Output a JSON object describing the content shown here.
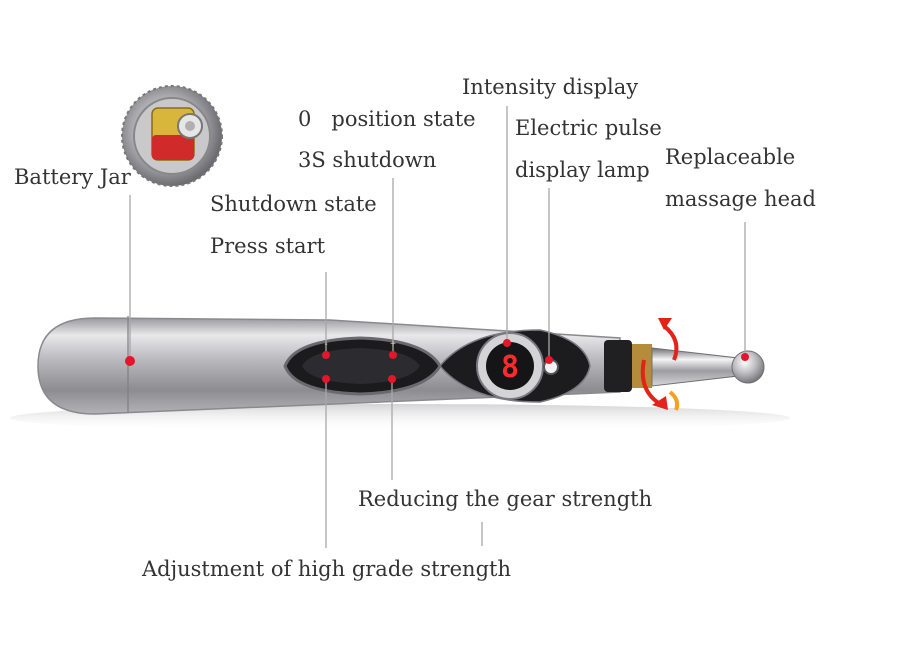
{
  "labels": {
    "battery_jar": "Battery Jar",
    "position_state": "0   position state",
    "shutdown_3s": "3S shutdown",
    "shutdown_state": "Shutdown state",
    "press_start": "Press start",
    "intensity_display": "Intensity display",
    "electric_pulse_line1": "Electric pulse",
    "electric_pulse_line2": "display lamp",
    "replaceable_line1": "Replaceable",
    "replaceable_line2": "massage head",
    "reducing_gear": "Reducing the gear strength",
    "adjustment_high": "Adjustment of high grade strength"
  },
  "device": {
    "display_digit": "8",
    "minus_symbol": "-",
    "plus_symbol": "+"
  },
  "colors": {
    "body_silver": "#c9c9cc",
    "body_shadow": "#8e8e93",
    "marker_red": "#e3162b",
    "display_red": "#ff2a2a",
    "pointer_line": "#a8a8a8",
    "arrow_red": "#e2231a",
    "arrow_orange": "#f2a21c"
  }
}
